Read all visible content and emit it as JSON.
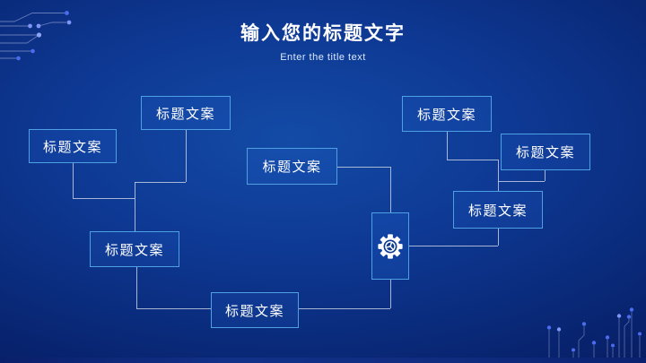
{
  "slide": {
    "title": "输入您的标题文字",
    "subtitle": "Enter the title text"
  },
  "nodes": [
    {
      "label": "标题文案"
    },
    {
      "label": "标题文案"
    },
    {
      "label": "标题文案"
    },
    {
      "label": "标题文案"
    },
    {
      "label": "标题文案"
    },
    {
      "label": "标题文案"
    },
    {
      "label": "标题文案"
    },
    {
      "label": "标题文案"
    }
  ],
  "icons": {
    "center": "gear-icon"
  },
  "colors": {
    "background_center": "#134BA6",
    "background_edge": "#051048",
    "node_border": "#4F9FE3",
    "node_fill": "rgba(40,110,220,0.15)",
    "connector": "#C3CDE0",
    "circuit_line": "#7487C2",
    "circuit_dot": "#4C6CF0",
    "bottom_bar": "#0F2C80",
    "title_text": "#FFFFFF"
  }
}
